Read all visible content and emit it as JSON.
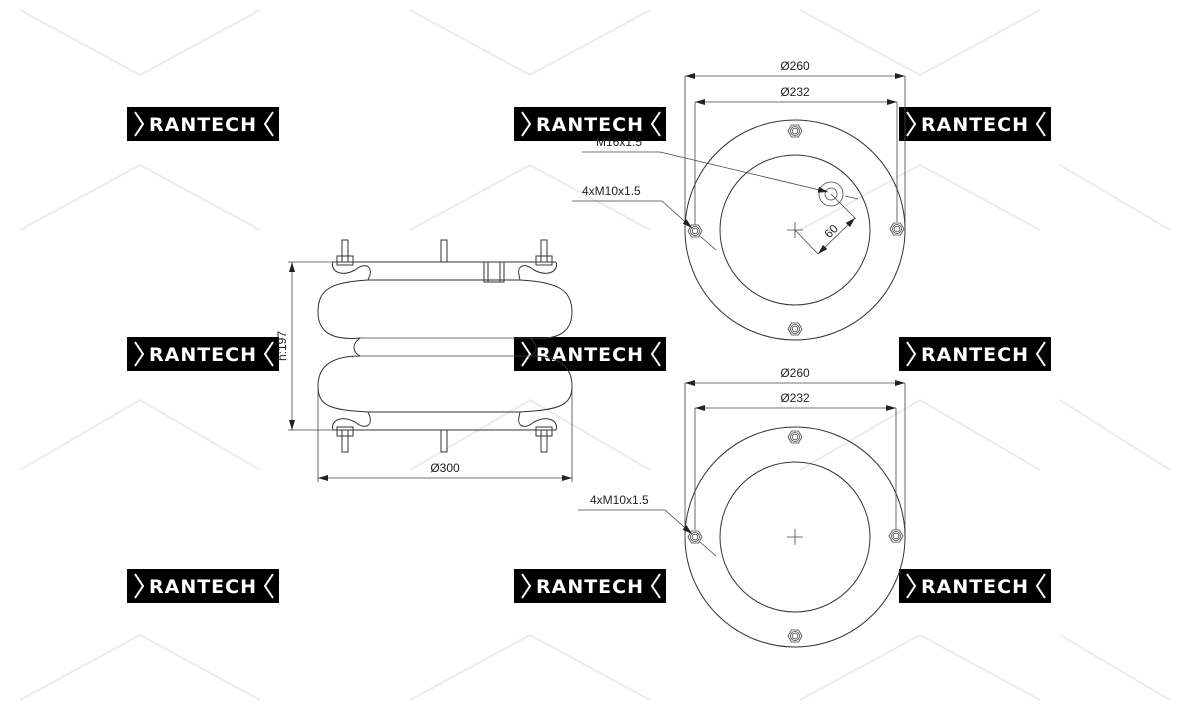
{
  "watermark": {
    "text": "RANTECH"
  },
  "side_view": {
    "height_label": "h:197",
    "diameter_label": "Ø300"
  },
  "top_view": {
    "outer_diameter": "Ø260",
    "bolt_circle": "Ø232",
    "center_thread": "M16x1.5",
    "bolt_thread": "4xM10x1.5",
    "offset": "60"
  },
  "bottom_view": {
    "outer_diameter": "Ø260",
    "bolt_circle": "Ø232",
    "bolt_thread": "4xM10x1.5"
  }
}
